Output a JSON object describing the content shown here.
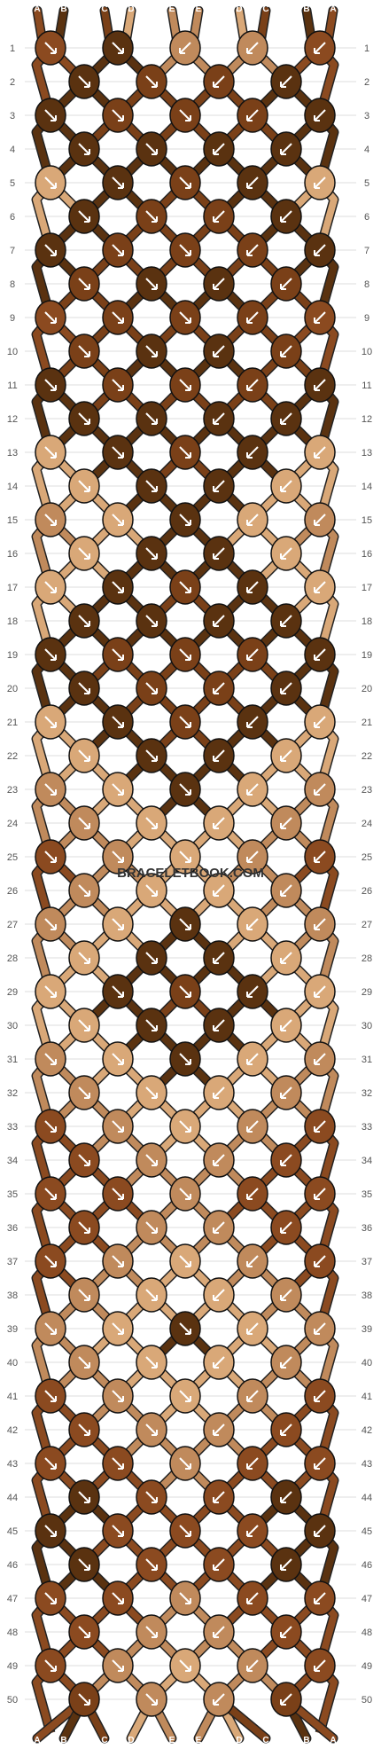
{
  "watermark": "BRACELETBOOK.COM",
  "colors": {
    "A": "#8B4A20",
    "B": "#5A3210",
    "C": "#7A4018",
    "D": "#D9A878",
    "E": "#C08A5C"
  },
  "strand_labels": [
    "A",
    "B",
    "C",
    "D",
    "E",
    "E",
    "D",
    "C",
    "B",
    "A"
  ],
  "row_labels": [
    "1",
    "2",
    "3",
    "4",
    "5",
    "6",
    "7",
    "8",
    "9",
    "10",
    "11",
    "12",
    "13",
    "14",
    "15",
    "16",
    "17",
    "18",
    "19",
    "20",
    "21",
    "22",
    "23",
    "24",
    "25",
    "26",
    "27",
    "28",
    "29",
    "30",
    "31",
    "32",
    "33",
    "34",
    "35",
    "36",
    "37",
    "38",
    "39",
    "40",
    "41",
    "42",
    "43",
    "44",
    "45",
    "46",
    "47",
    "48",
    "49",
    "50"
  ],
  "rows": [
    "ABEEA",
    "BCCB",
    "BCCCB",
    "BBBB",
    "DBCBD",
    "BCCB",
    "BCCCB",
    "CBBC",
    "ACCCA",
    "CBBC",
    "BCCCB",
    "BBBB",
    "DBCBD",
    "DBBD",
    "EDBDE",
    "DBBD",
    "DBCBD",
    "BBBB",
    "BCCCB",
    "BCCB",
    "DBCBD",
    "DBBD",
    "EDBDE",
    "EDDE",
    "AEDEA",
    "EDDE",
    "EDBDE",
    "DBBD",
    "DBCBD",
    "DBBD",
    "EDBDE",
    "EDDE",
    "AEDEA",
    "AEEA",
    "AAEAA",
    "AEEA",
    "AEDEA",
    "EDDE",
    "EDBDE",
    "EDDE",
    "AEDEA",
    "AEEA",
    "AAEAA",
    "BAAB",
    "BAAAB",
    "BAAB",
    "AAEAA",
    "AEEA",
    "AEDEA",
    "CEEC"
  ],
  "arrows": [
    "RRLLL",
    "RRLL",
    "RRRLL",
    "RRLL",
    "RRRLL",
    "RRLL",
    "RRRLL",
    "RRLL",
    "RRRLL",
    "RRLL",
    "RRRLL",
    "RRLL",
    "RRRLL",
    "RRLL",
    "RRRLL",
    "RRLL",
    "RRRLL",
    "RRLL",
    "RRRLL",
    "RRLL",
    "RRRLL",
    "RRLL",
    "RRRLL",
    "RRLL",
    "RRRLL",
    "RRLL",
    "RRRLL",
    "RRLL",
    "RRRLL",
    "RRLL",
    "RRRLL",
    "RRLL",
    "RRRLL",
    "RRLL",
    "RRRLL",
    "RRLL",
    "RRRLL",
    "RRLL",
    "RRRLL",
    "RRLL",
    "RRRLL",
    "RRLL",
    "RRRLL",
    "RRLL",
    "RRRLL",
    "RRLL",
    "RRRLL",
    "RRLL",
    "RRRLL",
    "RRLL"
  ]
}
